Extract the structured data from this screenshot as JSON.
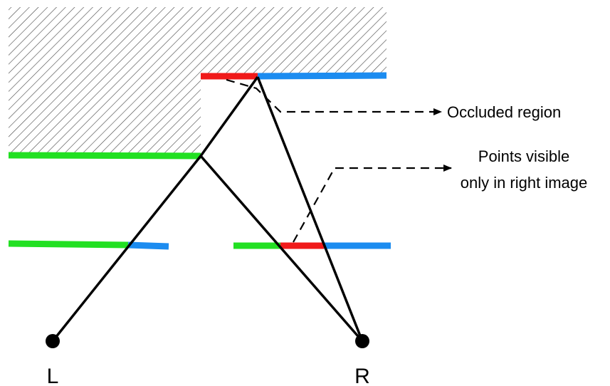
{
  "labels": {
    "occluded_region": "Occluded region",
    "visible_right_line1": "Points visible",
    "visible_right_line2": "only in right image",
    "left_camera": "L",
    "right_camera": "R"
  },
  "colors": {
    "visible_both": "#22e022",
    "occluded": "#f01a1a",
    "visible_right_only": "#1c8cf0",
    "hatch": "#444444",
    "line": "#000000"
  }
}
